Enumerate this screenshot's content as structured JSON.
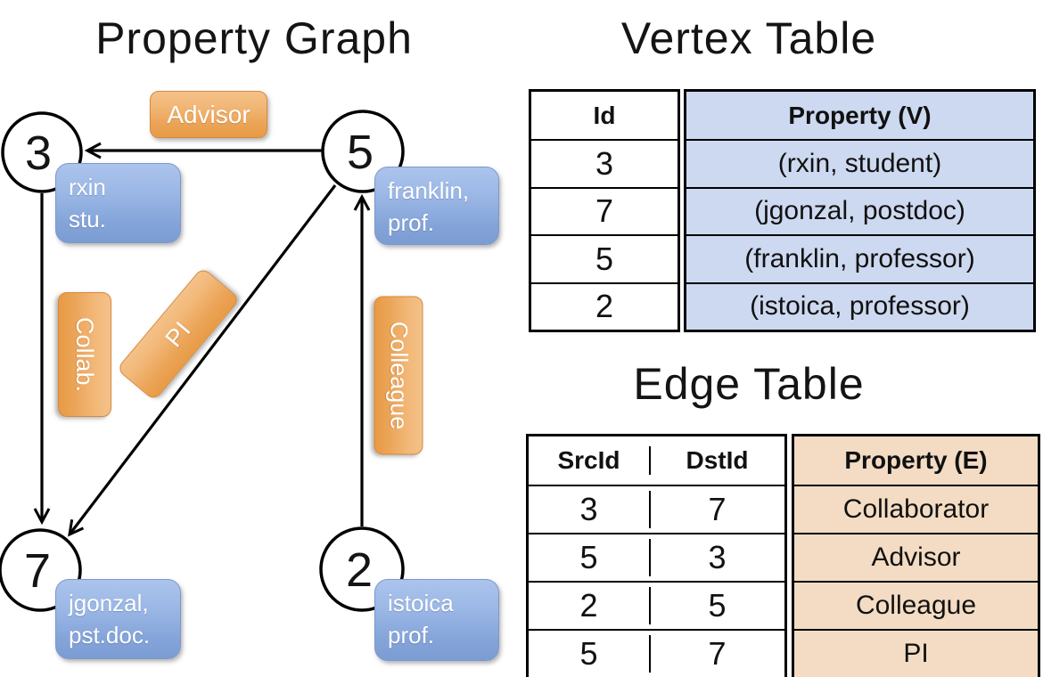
{
  "graph": {
    "title": "Property Graph",
    "nodes": [
      {
        "id": "3",
        "line1": "rxin",
        "line2": "stu."
      },
      {
        "id": "5",
        "line1": "franklin,",
        "line2": "prof."
      },
      {
        "id": "7",
        "line1": "jgonzal,",
        "line2": "pst.doc."
      },
      {
        "id": "2",
        "line1": "istoica",
        "line2": "prof."
      }
    ],
    "edge_labels": {
      "advisor": "Advisor",
      "collab": "Collab.",
      "pi": "PI",
      "colleague": "Colleague"
    }
  },
  "vertex_table": {
    "title": "Vertex Table",
    "columns": {
      "id": "Id",
      "property": "Property (V)"
    },
    "rows": [
      {
        "id": "3",
        "property": "(rxin, student)"
      },
      {
        "id": "7",
        "property": "(jgonzal, postdoc)"
      },
      {
        "id": "5",
        "property": "(franklin, professor)"
      },
      {
        "id": "2",
        "property": "(istoica, professor)"
      }
    ]
  },
  "edge_table": {
    "title": "Edge Table",
    "columns": {
      "src": "SrcId",
      "dst": "DstId",
      "property": "Property (E)"
    },
    "rows": [
      {
        "src": "3",
        "dst": "7",
        "property": "Collaborator"
      },
      {
        "src": "5",
        "dst": "3",
        "property": "Advisor"
      },
      {
        "src": "2",
        "dst": "5",
        "property": "Colleague"
      },
      {
        "src": "5",
        "dst": "7",
        "property": "PI"
      }
    ]
  },
  "colors": {
    "edge_label_orange": "#e89b45",
    "vertex_label_blue": "#7b9cd3",
    "vertex_table_fill": "#cdd9f0",
    "edge_table_fill": "#f3dcc3",
    "line_color": "#000000",
    "node_fill": "#ffffff"
  }
}
